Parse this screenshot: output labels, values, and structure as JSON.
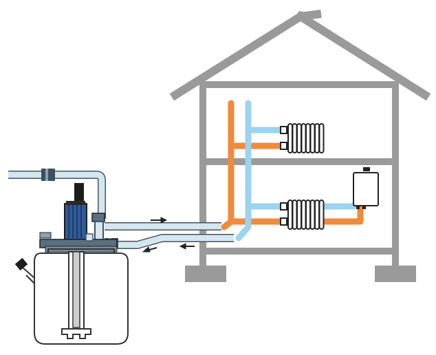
{
  "diagram": {
    "subject": "rainwater-tank-to-house-heating-schematic",
    "colors": {
      "house": "#9a9a9a",
      "hot_pipe": "#f08a3c",
      "cold_pipe": "#9cd3ef",
      "pump_body": "#2f5b9a",
      "pump_dark": "#1c1c1c",
      "fitting": "#5a6f80",
      "tank_line": "#333333",
      "radiator": "#222222",
      "flow_arrow": "#222222"
    },
    "components": [
      {
        "name": "house-frame",
        "icon": "house-outline-icon"
      },
      {
        "name": "upper-radiator",
        "icon": "radiator-icon"
      },
      {
        "name": "lower-radiator",
        "icon": "radiator-icon"
      },
      {
        "name": "wall-boiler",
        "icon": "boiler-icon"
      },
      {
        "name": "storage-tank",
        "icon": "tank-icon"
      },
      {
        "name": "pump",
        "icon": "pump-icon"
      }
    ],
    "flow_arrows": [
      {
        "name": "supply-arrow",
        "direction": "right"
      },
      {
        "name": "return-arrow-upper",
        "direction": "left"
      },
      {
        "name": "return-arrow-lower",
        "direction": "left"
      }
    ]
  }
}
